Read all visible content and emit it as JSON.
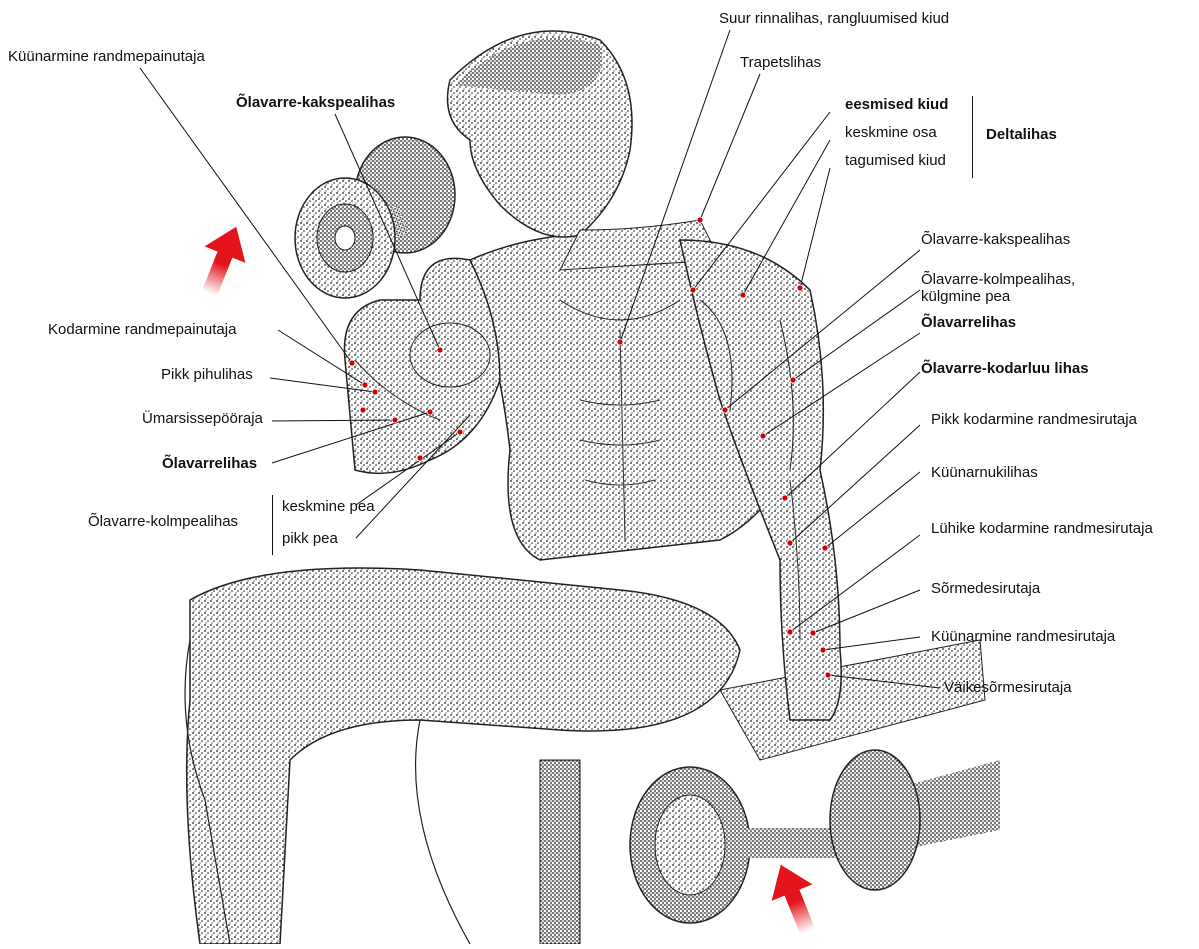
{
  "colors": {
    "marker": "#d40000",
    "arrow": "#e3141b",
    "line": "#111111",
    "figure_fill": "#ffffff",
    "stipple": "#1a1a1a"
  },
  "labels": {
    "kuunarmine_randmepainutaja": "Küünarmine randmepainutaja",
    "olavarre_kakspealihas_left": "Õlavarre-kakspealihas",
    "kodarmine_randmepainutaja": "Kodarmine randmepainutaja",
    "pikk_pihulihas": "Pikk pihulihas",
    "umarsissepooraja": "Ümarsissepööraja",
    "olavarrelihas_left": "Õlavarrelihas",
    "olavarre_kolmpealihas_group": "Õlavarre-kolmpealihas",
    "keskmine_pea": "keskmine pea",
    "pikk_pea": "pikk pea",
    "suur_rinnalihas": "Suur rinnalihas, rangluumised kiud",
    "trapetslihas": "Trapetslihas",
    "eesmised_kiud": "eesmised kiud",
    "keskmine_osa": "keskmine osa",
    "tagumised_kiud": "tagumised kiud",
    "deltalihas": "Deltalihas",
    "olavarre_kakspealihas_right": "Õlavarre-kakspealihas",
    "kolmpealihas_kulgmine_1": "Õlavarre-kolmpealihas,",
    "kolmpealihas_kulgmine_2": "külgmine pea",
    "olavarrelihas_right": "Õlavarrelihas",
    "olavarre_kodarluu_lihas": "Õlavarre-kodarluu lihas",
    "pikk_kodarmine_randmesirutaja": "Pikk kodarmine randmesirutaja",
    "kuunarnukilihas": "Küünarnukilihas",
    "luhike_kodarmine_randmesirutaja": "Lühike kodarmine randmesirutaja",
    "sormedesirutaja": "Sõrmedesirutaja",
    "kuunarmine_randmesirutaja": "Küünarmine randmesirutaja",
    "vaikesormesirutaja": "Väikesõrmesirutaja"
  }
}
